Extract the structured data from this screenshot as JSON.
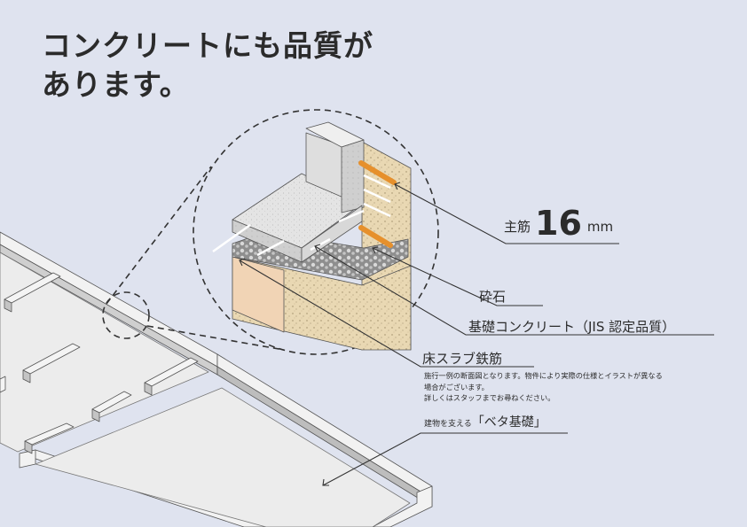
{
  "title": {
    "line1": "コンクリートにも品質が",
    "line2": "あります。"
  },
  "labels": {
    "rebar_prefix": "主筋",
    "rebar_size": "16",
    "rebar_unit": "mm",
    "gravel": "砕石",
    "concrete": "基礎コンクリート（JIS 認定品質）",
    "floor_rebar": "床スラブ鉄筋",
    "base_prefix": "建物を支える",
    "base_main": "「ベタ基礎」"
  },
  "note": {
    "line1": "施行一例の断面図となります。物件により実際の仕様とイラストが異なる",
    "line2": "場合がございます。",
    "line3": "詳しくはスタッフまでお尋ねください。"
  },
  "colors": {
    "background": "#dfe3ef",
    "text": "#2b2b2b",
    "rebar_orange": "#f0a23c",
    "soil": "#e9d7b4",
    "soil_face": "#f1d5b6",
    "concrete_top": "#e6e6e6",
    "concrete_side": "#c8c8c8"
  }
}
